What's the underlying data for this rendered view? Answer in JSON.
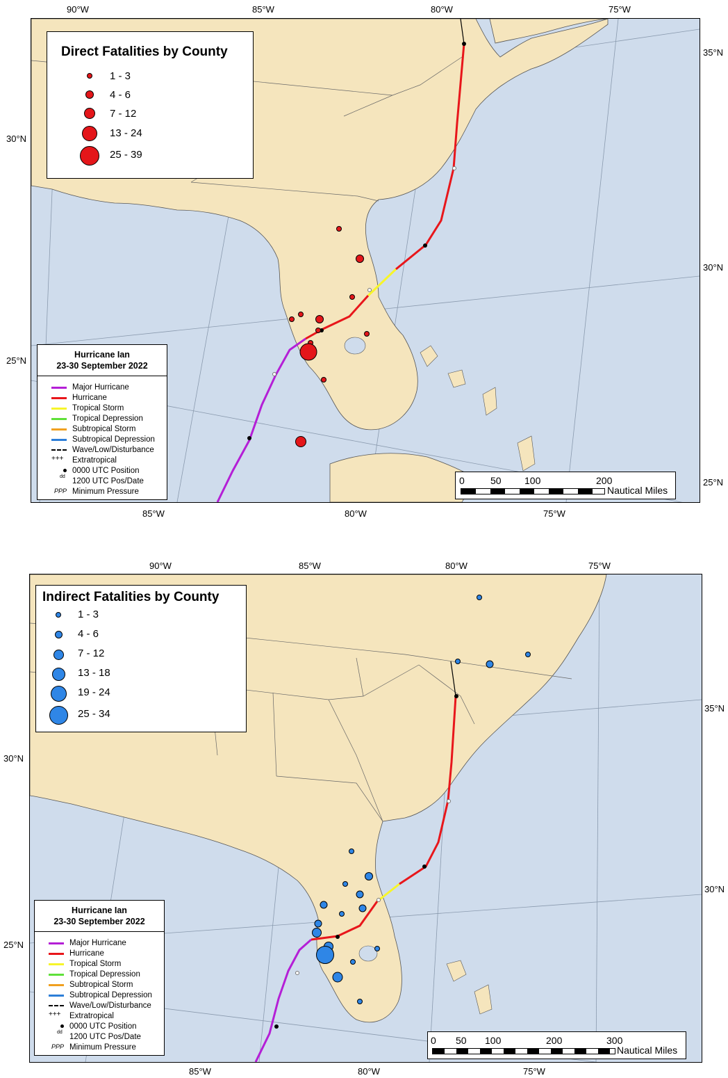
{
  "colors": {
    "land": "#f5e5bd",
    "water": "#cfdcec",
    "major_hurricane": "#b41fd6",
    "hurricane": "#e8161b",
    "tropical_storm": "#f7f52a",
    "tropical_depression": "#5fe03a",
    "subtropical_storm": "#f0a020",
    "subtropical_depression": "#2d7ed8",
    "direct_marker": "#e4161a",
    "indirect_marker": "#2f86e6"
  },
  "storm_legend": {
    "title_line1": "Hurricane Ian",
    "title_line2": "23-30 September 2022",
    "items": [
      "Major Hurricane",
      "Hurricane",
      "Tropical Storm",
      "Tropical Depression",
      "Subtropical Storm",
      "Subtropical Depression",
      "Wave/Low/Disturbance",
      "Extratropical",
      "0000 UTC Position",
      "1200 UTC Pos/Date",
      "Minimum Pressure"
    ],
    "icons": [
      "+++",
      "dd",
      "PPP"
    ]
  },
  "map1": {
    "legend_title": "Direct Fatalities by County",
    "legend_items": [
      "1 - 3",
      "4 - 6",
      "7 - 12",
      "13 - 24",
      "25 - 39"
    ],
    "top_lon_ticks": [
      "90°W",
      "85°W",
      "80°W",
      "75°W"
    ],
    "bottom_lon_ticks": [
      "85°W",
      "80°W",
      "75°W"
    ],
    "left_lat_ticks": [
      "30°N",
      "25°N"
    ],
    "right_lat_ticks": [
      "35°N",
      "30°N",
      "25°N"
    ],
    "scale_labels": [
      "0",
      "50",
      "100",
      "200"
    ],
    "scale_units": "Nautical Miles"
  },
  "map2": {
    "legend_title": "Indirect Fatalities by County",
    "legend_items": [
      "1 - 3",
      "4 - 6",
      "7 - 12",
      "13 - 18",
      "19 - 24",
      "25 - 34"
    ],
    "top_lon_ticks": [
      "90°W",
      "85°W",
      "80°W",
      "75°W"
    ],
    "bottom_lon_ticks": [
      "85°W",
      "80°W",
      "75°W"
    ],
    "left_lat_ticks": [
      "30°N",
      "25°N"
    ],
    "right_lat_ticks": [
      "35°N",
      "30°N"
    ],
    "scale_labels": [
      "0",
      "50",
      "100",
      "200",
      "300"
    ],
    "scale_units": "Nautical Miles"
  }
}
